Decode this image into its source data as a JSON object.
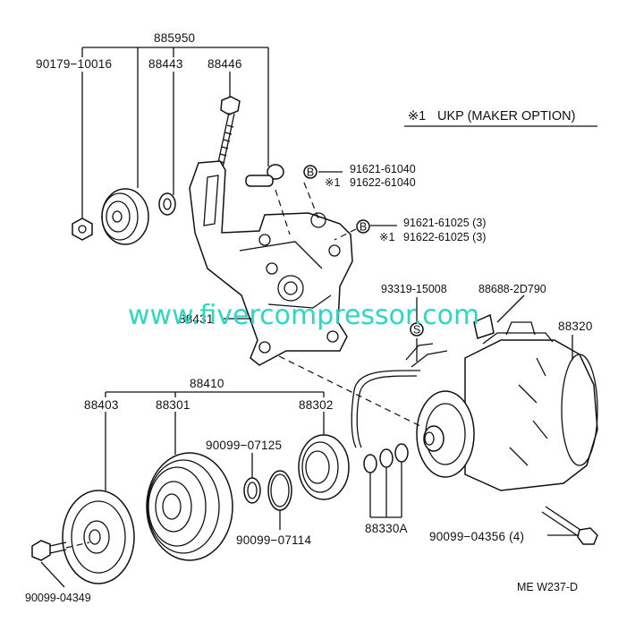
{
  "note": {
    "marker": "※1",
    "text": "UKP (MAKER OPTION)"
  },
  "watermark": "www.fivercompressor.com",
  "drawing_code": "ME W237-D",
  "parts": {
    "p885950": "885950",
    "p90179": "90179−10016",
    "p88443": "88443",
    "p88446": "88446",
    "p91621_61040": "91621-61040",
    "p91622_61040": "91622-61040",
    "p91621_61025": "91621-61025 (3)",
    "p91622_61025": "91622-61025 (3)",
    "p88431": "88431",
    "p93319": "93319-15008",
    "p88688": "88688-2D790",
    "p88320": "88320",
    "p88410": "88410",
    "p88403": "88403",
    "p88301": "88301",
    "p88302": "88302",
    "p07125": "90099−07125",
    "p07114": "90099−07114",
    "p88330A": "88330A",
    "p04356": "90099−04356 (4)",
    "p04349": "90099-04349"
  },
  "markers": {
    "star_one": "※1",
    "bolt_mark": "B",
    "sensor_mark": "S"
  },
  "colors": {
    "watermark": "#2fd6c4",
    "ink": "#111111"
  }
}
